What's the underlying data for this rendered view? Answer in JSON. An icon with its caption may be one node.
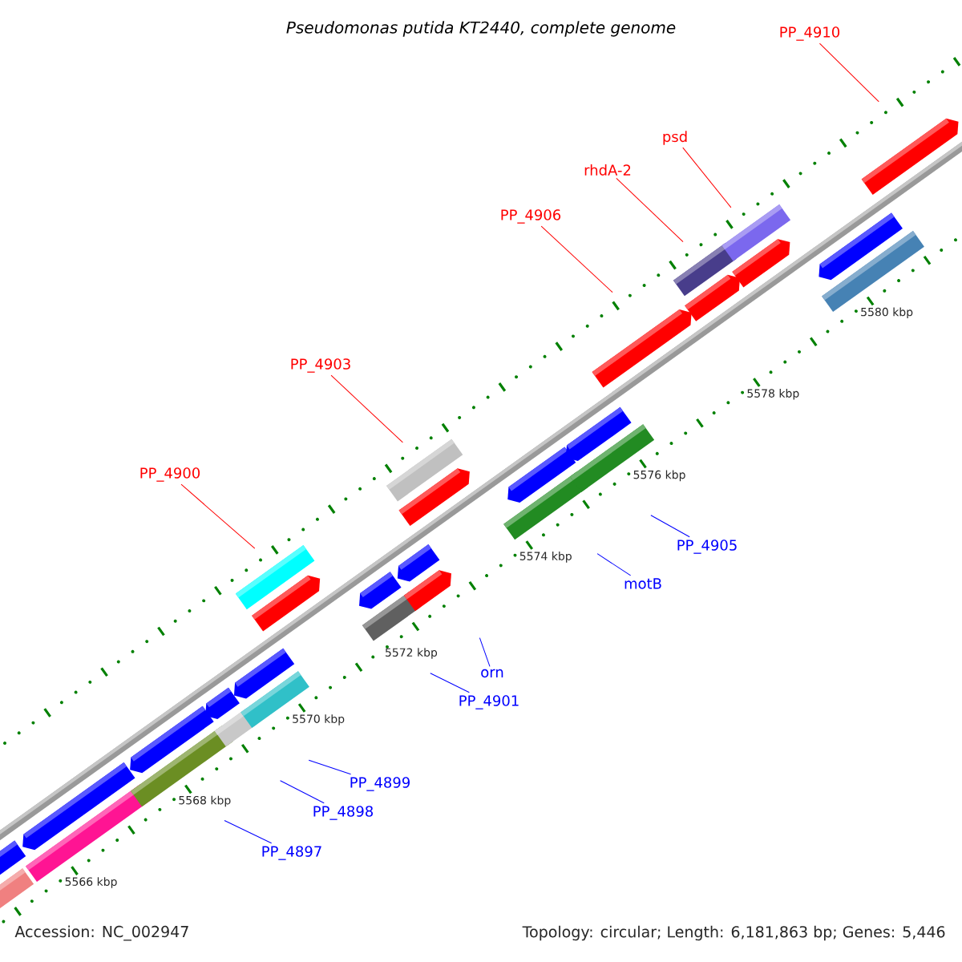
{
  "diagram": {
    "title": "Pseudomonas putida KT2440, complete genome",
    "nodes": [
      {
        "text": [
          "PP_4910"
        ]
      },
      {
        "text": [
          "psd"
        ]
      },
      {
        "text": [
          "rhdA-2"
        ]
      },
      {
        "text": [
          "PP_4906"
        ]
      },
      {
        "text": [
          "PP_4903"
        ]
      },
      {
        "text": [
          "PP_4900"
        ]
      },
      {
        "text": [
          "PP_4905"
        ]
      },
      {
        "text": [
          "motB"
        ]
      },
      {
        "text": [
          "orn"
        ]
      },
      {
        "text": [
          "PP_4901"
        ]
      },
      {
        "text": [
          "PP_4899"
        ]
      },
      {
        "text": [
          "PP_4898"
        ]
      },
      {
        "text": [
          "PP_4897"
        ]
      }
    ],
    "edges": [
      {
        "from": 0,
        "to": null,
        "arrow": "none",
        "color": "#ff0000"
      },
      {
        "from": 1,
        "to": null,
        "arrow": "none",
        "color": "#ff0000"
      },
      {
        "from": 2,
        "to": null,
        "arrow": "none",
        "color": "#ff0000"
      },
      {
        "from": 3,
        "to": null,
        "arrow": "none",
        "color": "#ff0000"
      },
      {
        "from": 4,
        "to": null,
        "arrow": "none",
        "color": "#ff0000"
      },
      {
        "from": 5,
        "to": null,
        "arrow": "none",
        "color": "#ff0000"
      },
      {
        "from": 6,
        "to": null,
        "arrow": "none",
        "color": "#0000ff"
      },
      {
        "from": 7,
        "to": null,
        "arrow": "none",
        "color": "#0000ff"
      },
      {
        "from": 8,
        "to": null,
        "arrow": "none",
        "color": "#0000ff"
      },
      {
        "from": 9,
        "to": null,
        "arrow": "none",
        "color": "#0000ff"
      },
      {
        "from": 10,
        "to": null,
        "arrow": "none",
        "color": "#0000ff"
      },
      {
        "from": 11,
        "to": null,
        "arrow": "none",
        "color": "#0000ff"
      },
      {
        "from": 12,
        "to": null,
        "arrow": "none",
        "color": "#0000ff"
      }
    ],
    "labels": [
      "5566 kbp",
      "5568 kbp",
      "5570 kbp",
      "5572 kbp",
      "5574 kbp",
      "5576 kbp",
      "5578 kbp",
      "5580 kbp",
      "Accession: NC_002947",
      "Topology: circular; Length: 6,181,863 bp; Genes: 5,446"
    ]
  }
}
